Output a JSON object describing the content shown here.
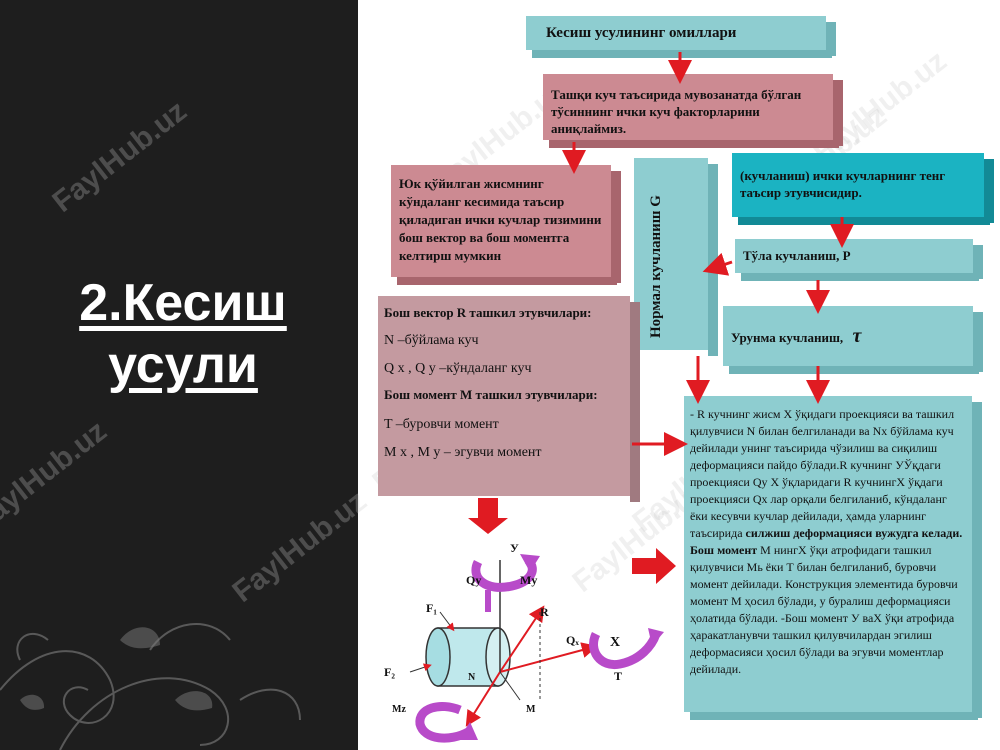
{
  "slide": {
    "title_line1": "2.Кесиш",
    "title_line2": "усули",
    "watermark": "FaylHub.uz"
  },
  "colors": {
    "teal": "#8ecdd0",
    "teal_bright": "#1bb3c2",
    "pink": "#cc8a92",
    "pink_light": "#c49aa0",
    "arrow_red": "#e01b22",
    "arrow_magenta": "#b84bc9",
    "dark_bg": "#1e1e1e"
  },
  "boxes": {
    "header": "Кесиш усулининг омиллари",
    "external": "Ташқи куч таъсирида мувозанатда бўлган тўсиннинг ички куч факторларини аниқлаймиз.",
    "load": "Юк қўйилган жисмнинг кўндаланг кесимида таъсир қиладиган ички кучлар тизимини бош вектор ва бош моментга келтирш мумкин",
    "normal_vertical": "Нормал кучланиш G",
    "stress_def": "(кучланиш) ички кучларнинг тенг таъсир этувчисидир.",
    "full_stress": "Тўла кучланиш, P",
    "tangent_stress": "Урунма кучланиш,",
    "tau_symbol": "τ",
    "vector_components": {
      "heading": "Бош вектор R ташкил этувчилари:",
      "line1": "N –бўйлама куч",
      "line2": "Q x , Q y –кўндаланг куч",
      "heading2": "Бош момент M ташкил этувчилари:",
      "line3": "T –буровчи момент",
      "line4": "M x , M y – эгувчи момент"
    },
    "explanation": {
      "part1": "- R кучнинг жисм Х ўқидаги проекцияси ва ташкил қилувчиси N билан белгиланади ва Nх бўйлама куч дейилади унинг таъсирида чўзилиш ва сиқилиш деформацияси пайдо бўлади.R кучнинг УЎқдаги проекцияси Qу Х ўқларидаги R кучнингХ ўқдаги проекцияси Qх лар орқали белгиланиб, кўндаланг ёки кесувчи кучлар дейилади, ҳамда уларнинг таъсирида ",
      "bold1": "силжиш деформацияси вужудга келади. Бош момент",
      "part2": " М нингХ ўқи атрофидаги ташкил қилувчиси Мь ёки Т билан белгиланиб, буровчи момент дейилади. Конструкция элементида буровчи момент М ҳосил бўлади, у буралиш деформацияси ҳолатида бўлади. -Бош момент У ваХ ўқи атрофида ҳаракатланувчи ташкил қилувчилардан эгилиш деформасияси ҳосил бўлади ва эгувчи моментлар дейилади."
    }
  },
  "diagram_labels": {
    "y": "У",
    "qy": "Qу",
    "my": "Mу",
    "f1": "F₁",
    "r": "R",
    "qx": "Qₓ",
    "x": "X",
    "f2": "F₂",
    "n": "N",
    "t": "T",
    "mz": "Mz",
    "m": "M"
  }
}
